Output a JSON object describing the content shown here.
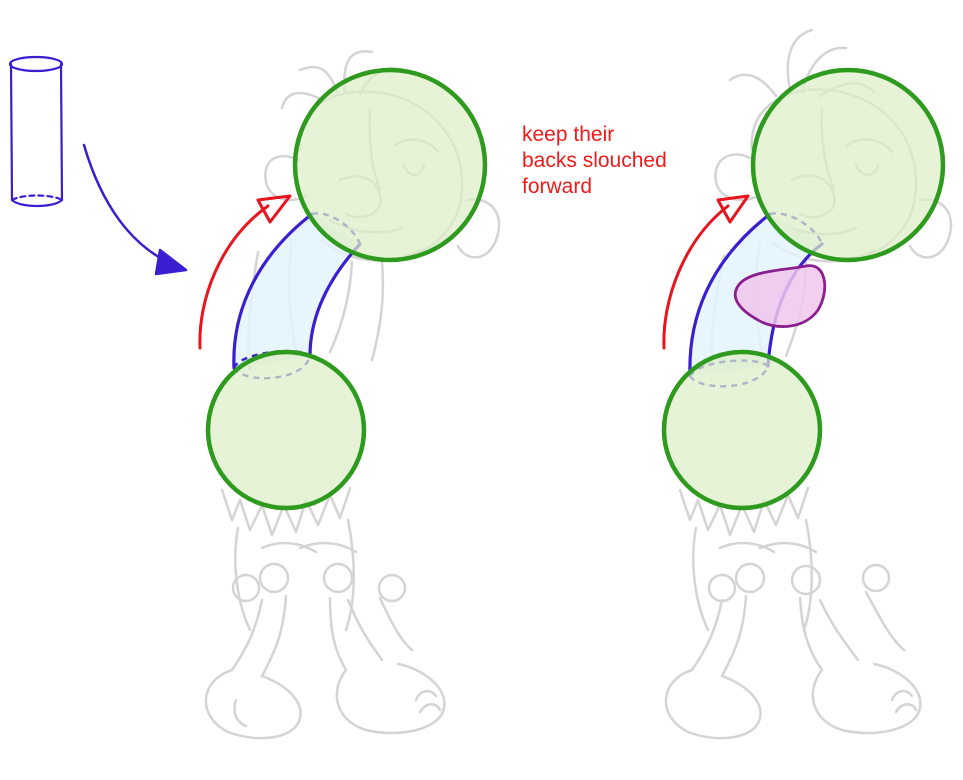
{
  "annotation": {
    "lines": [
      "keep their",
      "backs slouched",
      "forward"
    ],
    "color": "#f01a1a"
  },
  "colors": {
    "sketch": "#d4d4d4",
    "circle_fill": "#dcefc6",
    "circle_stroke": "#2e9a1e",
    "spine_fill": "#e3f3fb",
    "spine_stroke": "#3a1fd1",
    "arrow_red": "#e8141e",
    "belly_fill": "#f0c6ec",
    "belly_stroke": "#8a1f8e"
  },
  "icons": [
    "cylinder-icon",
    "curved-arrow-icon",
    "red-arrow-icon"
  ]
}
